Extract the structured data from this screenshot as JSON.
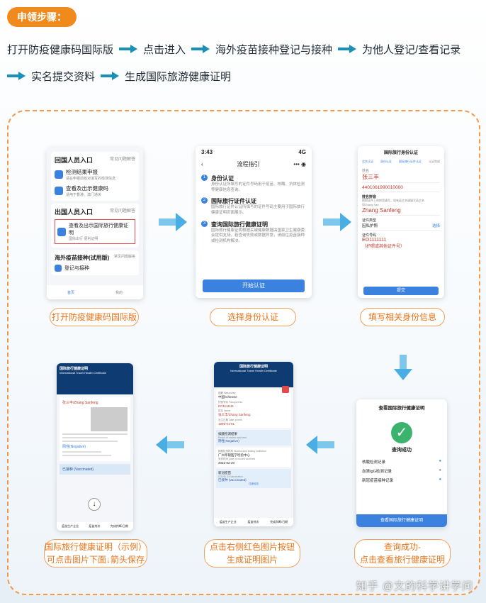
{
  "header": {
    "title": "申领步骤："
  },
  "steps_flow": {
    "row1": [
      "打开防疫健康码国际版",
      "点击进入",
      "海外疫苗接种登记与接种",
      "为他人登记/查看记录"
    ],
    "row2": [
      "实名提交资料",
      "生成国际旅游健康证明"
    ]
  },
  "screens": {
    "s1": {
      "sec1_title": "回国人员入口",
      "sec1_more": "常见问题解答",
      "item1": "检测结果申报",
      "item1_sub": "请在申报前核对填写的检测信息",
      "item2": "查看及出示健康码",
      "item2_sub": "适用于香港、澳门通关",
      "sec2_title": "出国人员入口",
      "sec2_more": "常见问题解答",
      "item3": "查看及出示国际旅行健康证明",
      "item3_sub": "国际出行 便利证明",
      "sec3_title": "海外疫苗接种(试用版)",
      "sec3_more": "常见问题解答",
      "item4": "登记与接种",
      "nav1": "首页",
      "nav2": "我的"
    },
    "s2": {
      "time": "3:43",
      "signal": "4G",
      "nav_title": "流程指引",
      "step1_title": "身份认证",
      "step1_text": "身份认证所填写的证件号码用于疫苗、核酸、抗体检测等健康信息查询。",
      "step2_title": "国际旅行证件认证",
      "step2_text": "国际旅行证件认证所填写的证件号码主要用于国际旅行健康证明页面展示。",
      "step3_title": "查询国际旅行健康证明",
      "step3_text": "国际旅行健康证明根据关键健康数据由国家卫生健康委会提供支持，若查询失败或数据异常，请前往疫苗接种或检测机构解决。",
      "button": "开始认证"
    },
    "s3": {
      "title": "国际旅行身份认证",
      "steps": [
        "实名认证",
        "身份认证",
        "国际旅行证件认证",
        "认证完成"
      ],
      "field_name_label": "姓名",
      "field_name_value": "张三丰",
      "field_id_value": "4401061990010000",
      "field_pinyin_label": "姓名拼音",
      "field_pinyin_hint": "按照证件上的拼音填写，如有英文名请填写英文名",
      "field_pinyin_eg": "如Zhang San",
      "field_pinyin_value": "Zhang Sanfeng",
      "field_type_label": "证件类型",
      "field_type_value": "因私护照",
      "field_type_action": "选择",
      "field_no_label": "证件号码",
      "field_no_value": "EO1111111",
      "field_no_note": "（护照或其他证件号）",
      "button": "提交"
    },
    "s4": {
      "title": "查看国际旅行健康证明",
      "success": "查询成功",
      "rows": [
        "核酸检测记录",
        "血清IgG检测记录",
        "新冠疫苗接种记录"
      ],
      "button": "查看国际旅行健康证明"
    },
    "s5": {
      "cert_title": "国际旅行健康证明",
      "cert_title_en": "International Travel Health Certificate",
      "nation_label": "国籍 Nationality",
      "nation_value": "中国/Chinese",
      "passport_label": "护照号码 Passport No.",
      "passport_value": "EO1111111",
      "name_label": "姓名 Name",
      "name_value": "张三丰/Zhang Sanfeng",
      "dob_label": "出生日期 Date of birth",
      "dob_value": "1996-01-01",
      "nucleic_label": "核酸检测结果",
      "nucleic_label_en": "Result of nucleic acid test",
      "nucleic_value": "阴性(Negative)",
      "institution_label": "核酸检测机构 Nucleic acid testing institution",
      "institution_value": "广州华银医学检验中心",
      "sample_label": "采样时间 Date of nucleic acid test",
      "sample_value": "2022-02-20",
      "vaccine_label": "新冠疫苗",
      "vaccine_label_en": "COVID-19 Vaccination",
      "vaccine_value": "已接种 (Vaccinated)",
      "detail_link": "详细信息",
      "tabs": [
        "疫苗生产企业",
        "疫苗剂次",
        "完成判断/日期"
      ]
    },
    "s6": {
      "cert_title": "国际旅行健康证明",
      "cert_title_en": "International Travel Health Certificate",
      "name_value": "张三丰/Zhang Sanfeng",
      "nucleic_value": "阴性(Negative)",
      "vaccine_value": "已接种 (Vaccinated)",
      "tabs": [
        "疫苗生产企业",
        "疫苗剂次",
        "完成判断/日期"
      ]
    }
  },
  "labels": {
    "l1": "打开防疫健康码国际版",
    "l2": "选择身份认证",
    "l3": "填写相关身份信息",
    "l4a": "查询成功-",
    "l4b": "点击查看旅行健康证明",
    "l5a": "点击右侧红色图片按钮",
    "l5b": "生成证明图片",
    "l6a": "国际旅行健康证明（示例）",
    "l6b": "可点击图片下面↓箭头保存"
  },
  "watermark": "知乎 @文的科学讲学问",
  "colors": {
    "accent_orange": "#f08a1c",
    "arrow_blue": "#1a8fb8",
    "button_blue": "#3b82e0"
  }
}
